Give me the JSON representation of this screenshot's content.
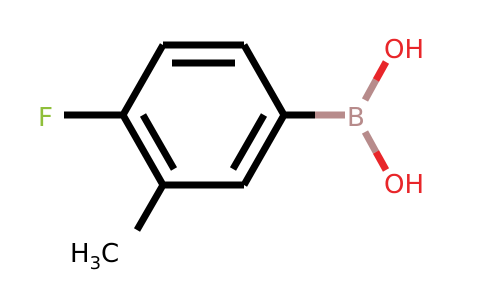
{
  "molecule": {
    "atoms": {
      "fluorine": {
        "symbol": "F",
        "color": "#8fbf3a"
      },
      "boron": {
        "symbol": "B",
        "color": "#b78b8b"
      },
      "hydroxyl_top": {
        "symbol": "OH",
        "color": "#e8262a"
      },
      "hydroxyl_bottom": {
        "symbol": "OH",
        "color": "#e8262a"
      },
      "methyl": {
        "symbol": "H",
        "subscript": "3",
        "suffix": "C",
        "color": "#000000"
      }
    },
    "bond_color": "#000000"
  }
}
